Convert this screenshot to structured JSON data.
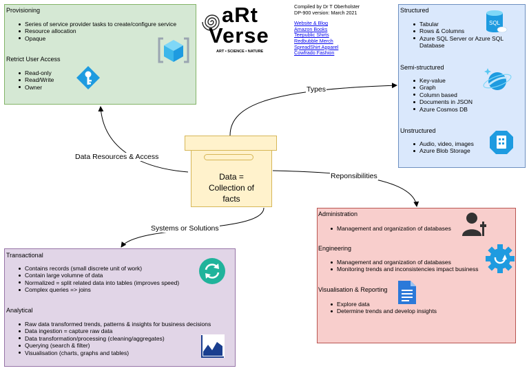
{
  "provisioning": {
    "title": "Provisioning",
    "items": [
      "Series of service provider tasks to create/configure service",
      "Resource allocation",
      "Opaque"
    ],
    "restrict_title": "Retrict User Access",
    "restrict_items": [
      "Read-only",
      "Read/Write",
      "Owner"
    ]
  },
  "logo": {
    "line1": "aRt",
    "line2": "Verse",
    "tagline": "ART • SCIENCE • NATURE"
  },
  "credits": {
    "line1": "Compiled by Dr T Oberholster",
    "line2": "DP-900 version: March 2021",
    "links": [
      "Website & Blog",
      "Amazon Books",
      "Teepublic Shirts",
      "Redbubble Merch",
      "SpreadShirt Apparel",
      "Cowfrado Fashion"
    ]
  },
  "types": {
    "structured_title": "Structured",
    "structured_items": [
      "Tabular",
      "Rows & Columns",
      "Azure SQL Server or Azure SQL"
    ],
    "structured_cont": "Database",
    "semi_title": "Semi-structured",
    "semi_items": [
      "Key-value",
      "Graph",
      "Column based",
      "Documents in JSON",
      "Azure Cosmos DB"
    ],
    "unstructured_title": "Unstructured",
    "unstructured_items": [
      "Audio, video, images",
      "Azure Blob Storage"
    ],
    "sql_icon_label": "SQL"
  },
  "center": {
    "line1": "Data =",
    "line2": "Collection of",
    "line3": "facts"
  },
  "edges": {
    "types": "Types",
    "data_resources": "Data Resources & Access",
    "responsibilities": "Reponsibilities",
    "systems": "Systems or Solutions"
  },
  "systems": {
    "transactional_title": "Transactional",
    "transactional_items": [
      "Contains records (small discrete unit of work)",
      "Contain large volumne of data",
      "Normalized = split related data into tables (improves speed)",
      "Complex queries => joins"
    ],
    "analytical_title": "Analytical",
    "analytical_items": [
      "Raw data transformed trends, patterns & insights for business decisions",
      "Data ingestion = capture raw data",
      "Data transformation/processing (cleaning/aggregates)",
      "Querying (search & filter)",
      "Visualisation (charts, graphs and tables)"
    ]
  },
  "roles": {
    "admin_title": "Administration",
    "admin_items": [
      "Management and organization of databases"
    ],
    "eng_title": "Engineering",
    "eng_items": [
      "Management and organization of databases",
      "Monitoring trends and inconsistencies impact business"
    ],
    "vis_title": "Visualisation & Reporting",
    "vis_items": [
      "Explore data",
      "Determine trends and develop insights"
    ]
  },
  "colors": {
    "green_fill": "#d5e8d4",
    "blue_fill": "#dae8fc",
    "purple_fill": "#e1d5e7",
    "red_fill": "#f8cecc",
    "center_fill": "#fff2cc",
    "icon_teal": "#20b39b",
    "icon_blue": "#1e9be0",
    "icon_navy": "#1a3e8f"
  }
}
